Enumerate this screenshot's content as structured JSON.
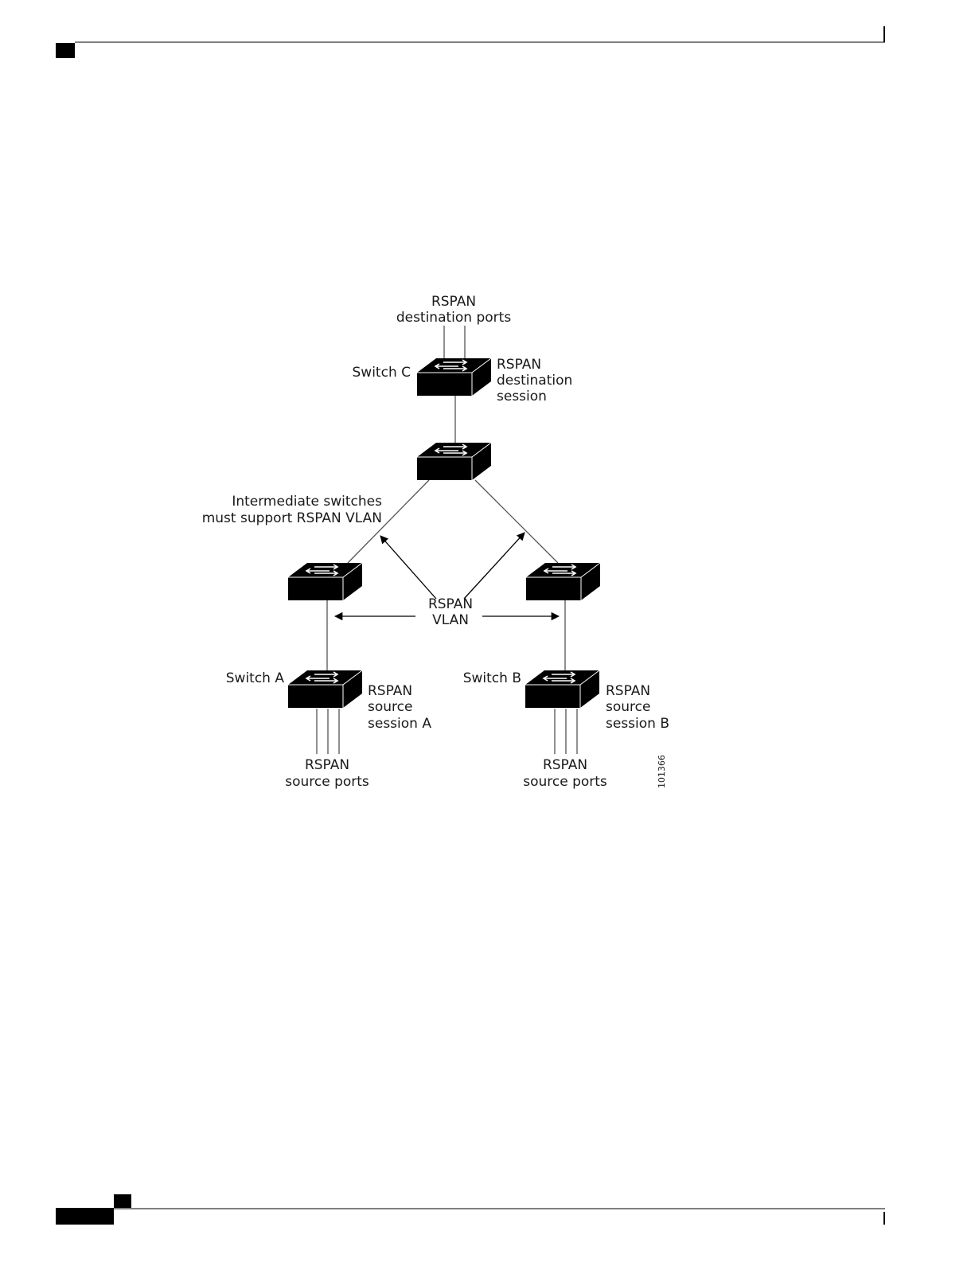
{
  "diagram": {
    "labels": {
      "dest_ports_1": "RSPAN",
      "dest_ports_2": "destination ports",
      "switch_c": "Switch C",
      "dest_session_1": "RSPAN",
      "dest_session_2": "destination",
      "dest_session_3": "session",
      "intermediate_1": "Intermediate switches",
      "intermediate_2": "must support RSPAN VLAN",
      "vlan_1": "RSPAN",
      "vlan_2": "VLAN",
      "switch_a": "Switch A",
      "switch_b": "Switch B",
      "src_session_a_1": "RSPAN",
      "src_session_a_2": "source",
      "src_session_a_3": "session A",
      "src_session_b_1": "RSPAN",
      "src_session_b_2": "source",
      "src_session_b_3": "session B",
      "src_ports_a_1": "RSPAN",
      "src_ports_a_2": "source ports",
      "src_ports_b_1": "RSPAN",
      "src_ports_b_2": "source ports",
      "figure_id": "101366"
    },
    "icons": {
      "switch": "switch-icon"
    },
    "colors": {
      "ink": "#000000",
      "link": "#555555",
      "arrow_glyph": "#ffffff"
    }
  }
}
